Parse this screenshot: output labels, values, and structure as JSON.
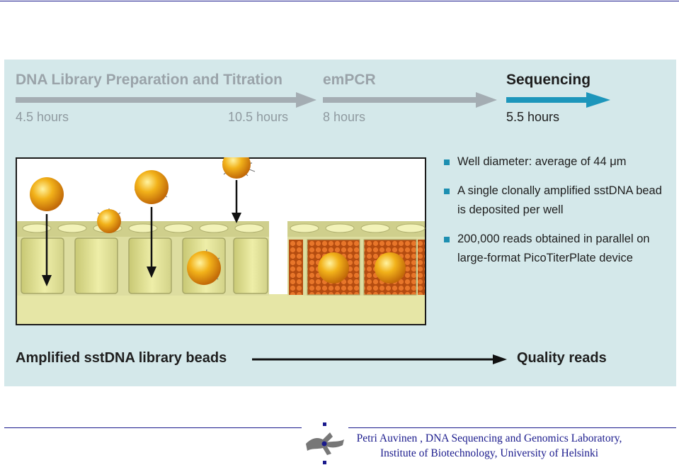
{
  "stages": [
    {
      "label": "DNA Library Preparation and Titration",
      "color": "#9aa3a9"
    },
    {
      "label": "emPCR",
      "color": "#9aa3a9"
    },
    {
      "label": "Sequencing",
      "color": "#1d1d1d"
    }
  ],
  "times": [
    "4.5 hours",
    "10.5 hours",
    "8 hours",
    "5.5 hours"
  ],
  "bullets": [
    "Well diameter: average of 44 μm",
    "A single clonally amplified sstDNA bead is deposited per well",
    "200,000 reads obtained in parallel on large-format PicoTiterPlate device"
  ],
  "flow": {
    "start": "Amplified sstDNA library beads",
    "end": "Quality reads"
  },
  "footer": {
    "line1": "Petri Auvinen , DNA Sequencing and Genomics Laboratory,",
    "line2": "Institute of Biotechnology, University of Helsinki"
  },
  "colors": {
    "panel_bg": "#d4e8ea",
    "gray_arrow": "#a4adb3",
    "blue_arrow": "#1d96bb",
    "bead": "#f2b21a",
    "well_yellow": "#eaeaa0",
    "cluster_orange": "#e06a18",
    "footer_text": "#1a1a8c"
  }
}
